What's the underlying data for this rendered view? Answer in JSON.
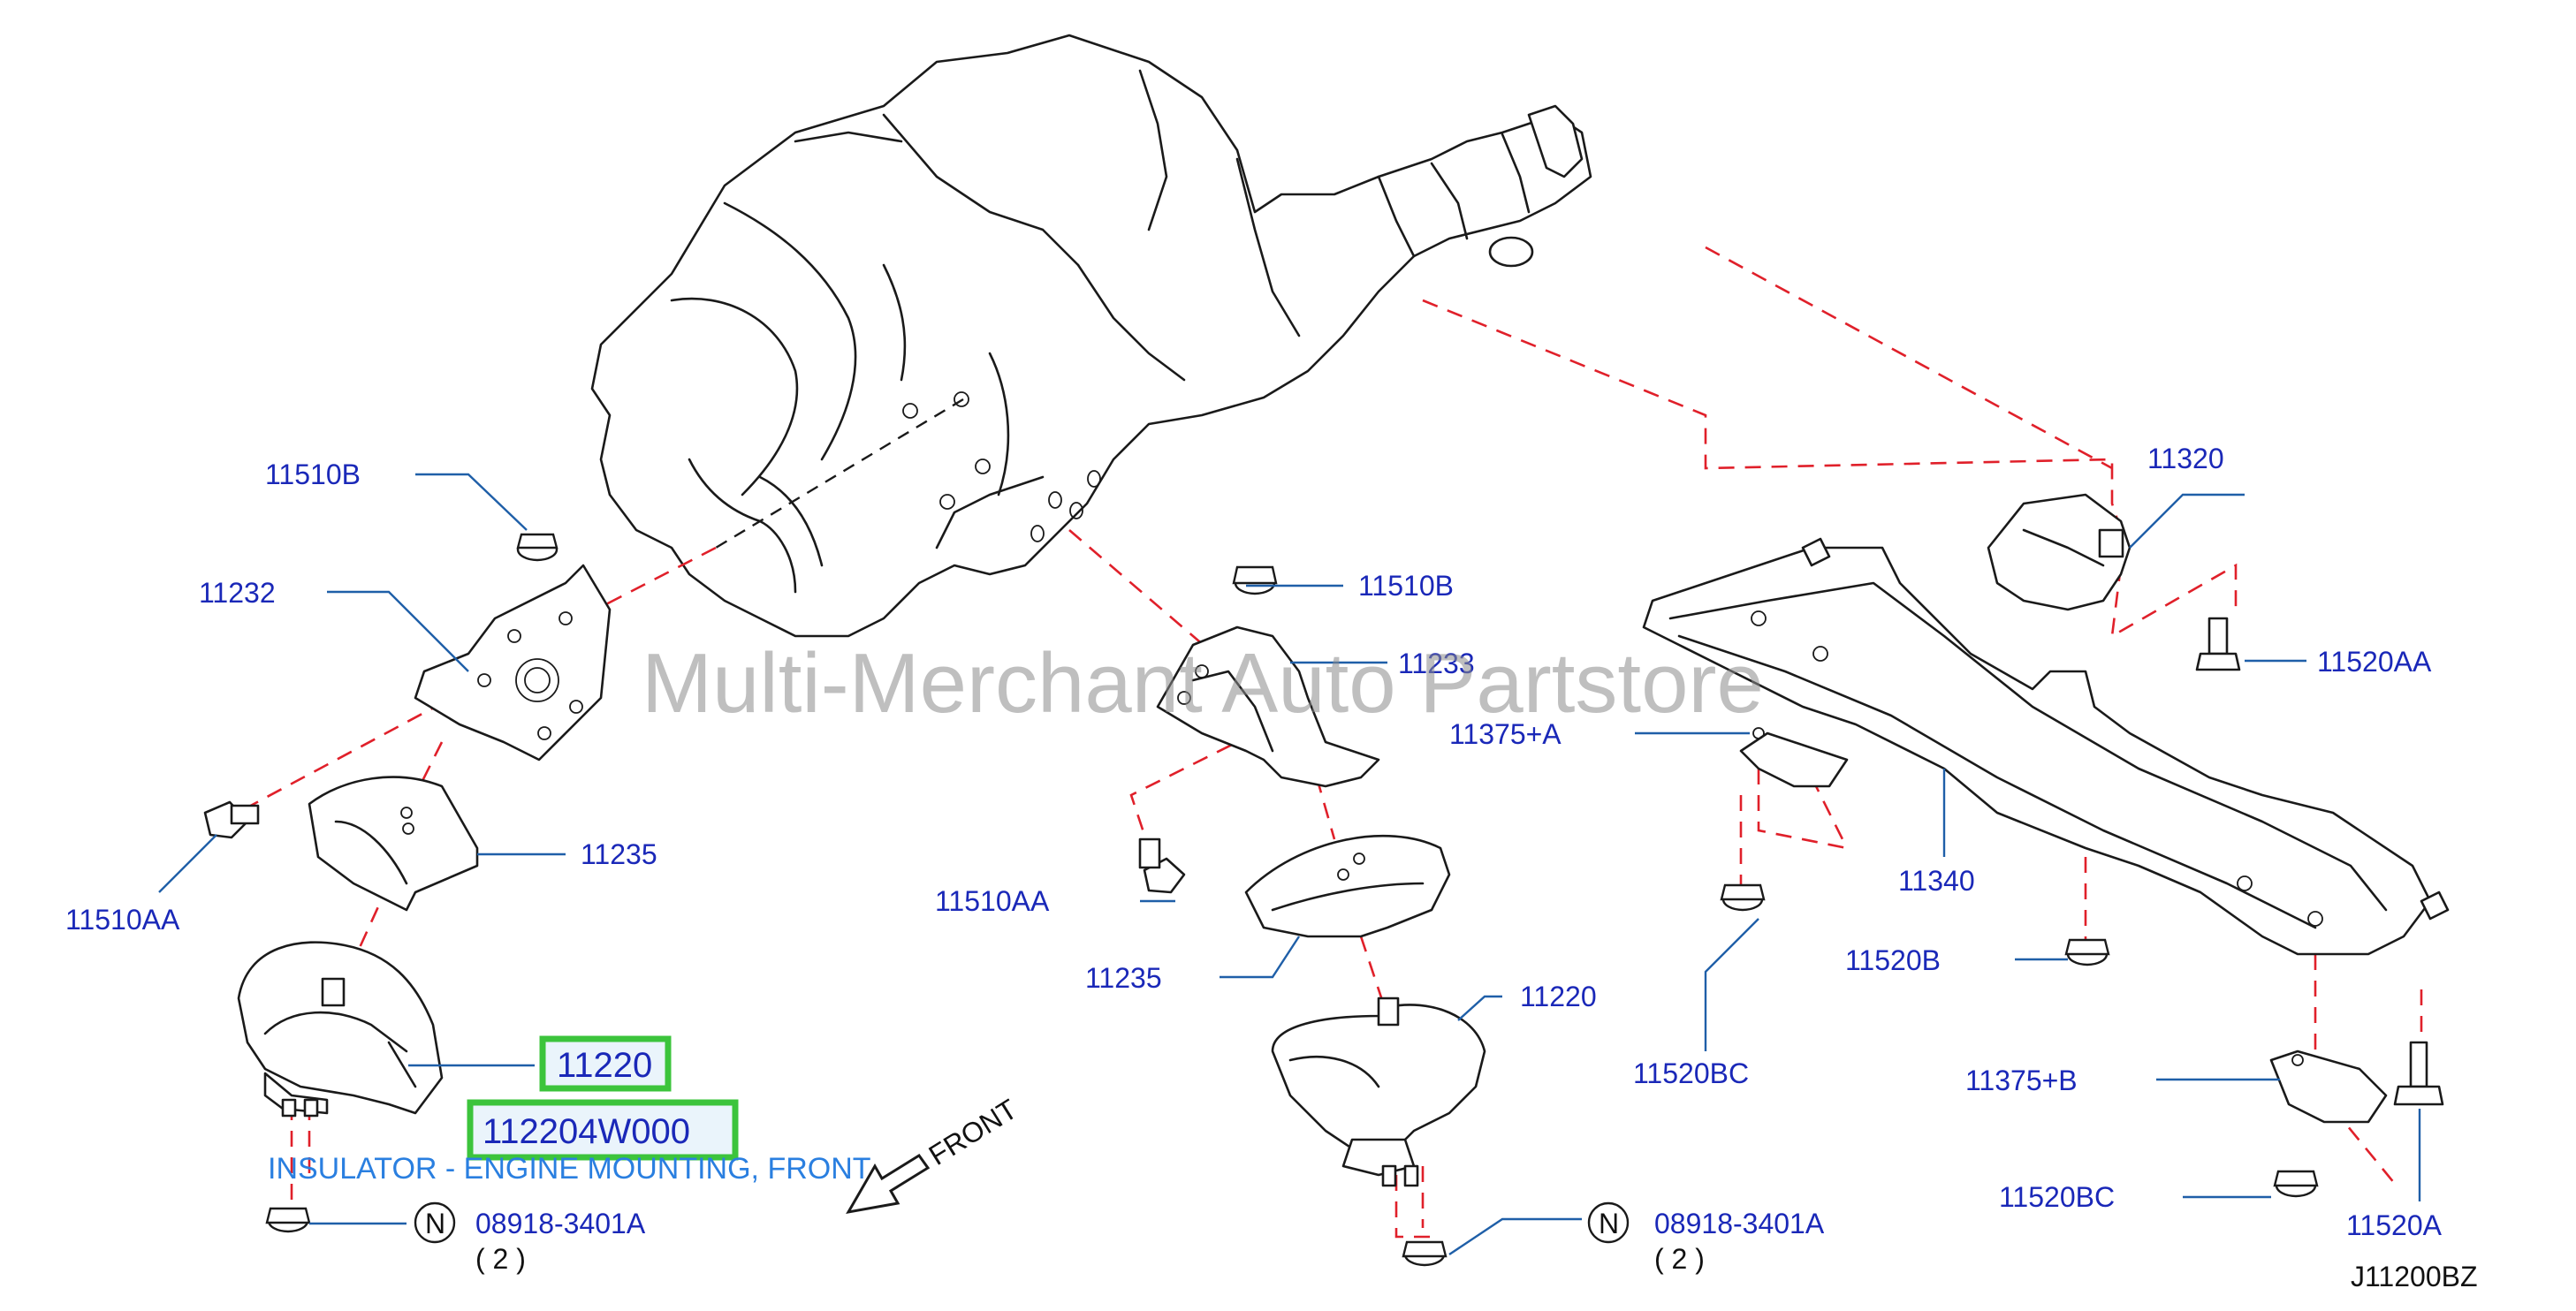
{
  "watermark": "Multi-Merchant Auto Partstore",
  "diagram_code": "J11200BZ",
  "front_label": "FRONT",
  "highlight": {
    "part_ref": "11220",
    "part_number": "112204W000",
    "description": "INSULATOR - ENGINE MOUNTING, FRONT"
  },
  "callouts": {
    "c_11510B_left": "11510B",
    "c_11232": "11232",
    "c_11235_left": "11235",
    "c_11510AA_left": "11510AA",
    "c_11510B_mid": "11510B",
    "c_11233": "11233",
    "c_11510AA_mid": "11510AA",
    "c_11235_mid": "11235",
    "c_11220_mid": "11220",
    "c_nut_left": "08918-3401A",
    "c_nut_left_qty": "( 2 )",
    "c_nut_mid": "08918-3401A",
    "c_nut_mid_qty": "( 2 )",
    "c_11320": "11320",
    "c_11520AA": "11520AA",
    "c_11375A": "11375+A",
    "c_11340": "11340",
    "c_11520BC_left": "11520BC",
    "c_11520B": "11520B",
    "c_11375B": "11375+B",
    "c_11520BC_right": "11520BC",
    "c_11520A": "11520A"
  },
  "n_symbol": "N",
  "colors": {
    "callout_text": "#1a28b8",
    "leader": "#1f5fa8",
    "dash": "#e0202a",
    "highlight_border": "#3cc43c",
    "description_text": "#2a7fe0"
  }
}
